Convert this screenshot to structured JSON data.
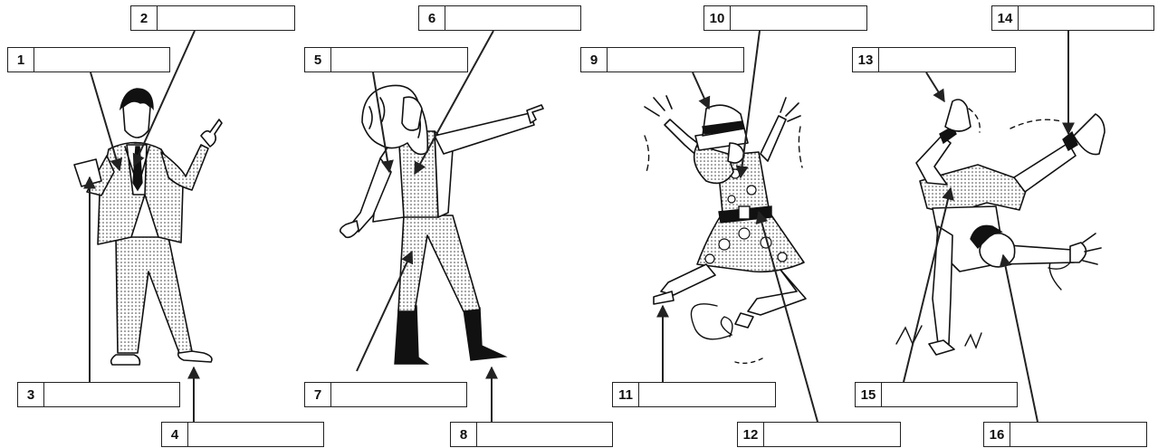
{
  "labels": [
    {
      "num": "1",
      "value": ""
    },
    {
      "num": "2",
      "value": ""
    },
    {
      "num": "3",
      "value": ""
    },
    {
      "num": "4",
      "value": ""
    },
    {
      "num": "5",
      "value": ""
    },
    {
      "num": "6",
      "value": ""
    },
    {
      "num": "7",
      "value": ""
    },
    {
      "num": "8",
      "value": ""
    },
    {
      "num": "9",
      "value": ""
    },
    {
      "num": "10",
      "value": ""
    },
    {
      "num": "11",
      "value": ""
    },
    {
      "num": "12",
      "value": ""
    },
    {
      "num": "13",
      "value": ""
    },
    {
      "num": "14",
      "value": ""
    },
    {
      "num": "15",
      "value": ""
    },
    {
      "num": "16",
      "value": ""
    }
  ],
  "colors": {
    "ink": "#111111",
    "paper": "#ffffff"
  },
  "figures": [
    "man-in-suit-icon",
    "woman-pointing-icon",
    "girl-jumping-icon",
    "boy-cartwheel-icon"
  ]
}
